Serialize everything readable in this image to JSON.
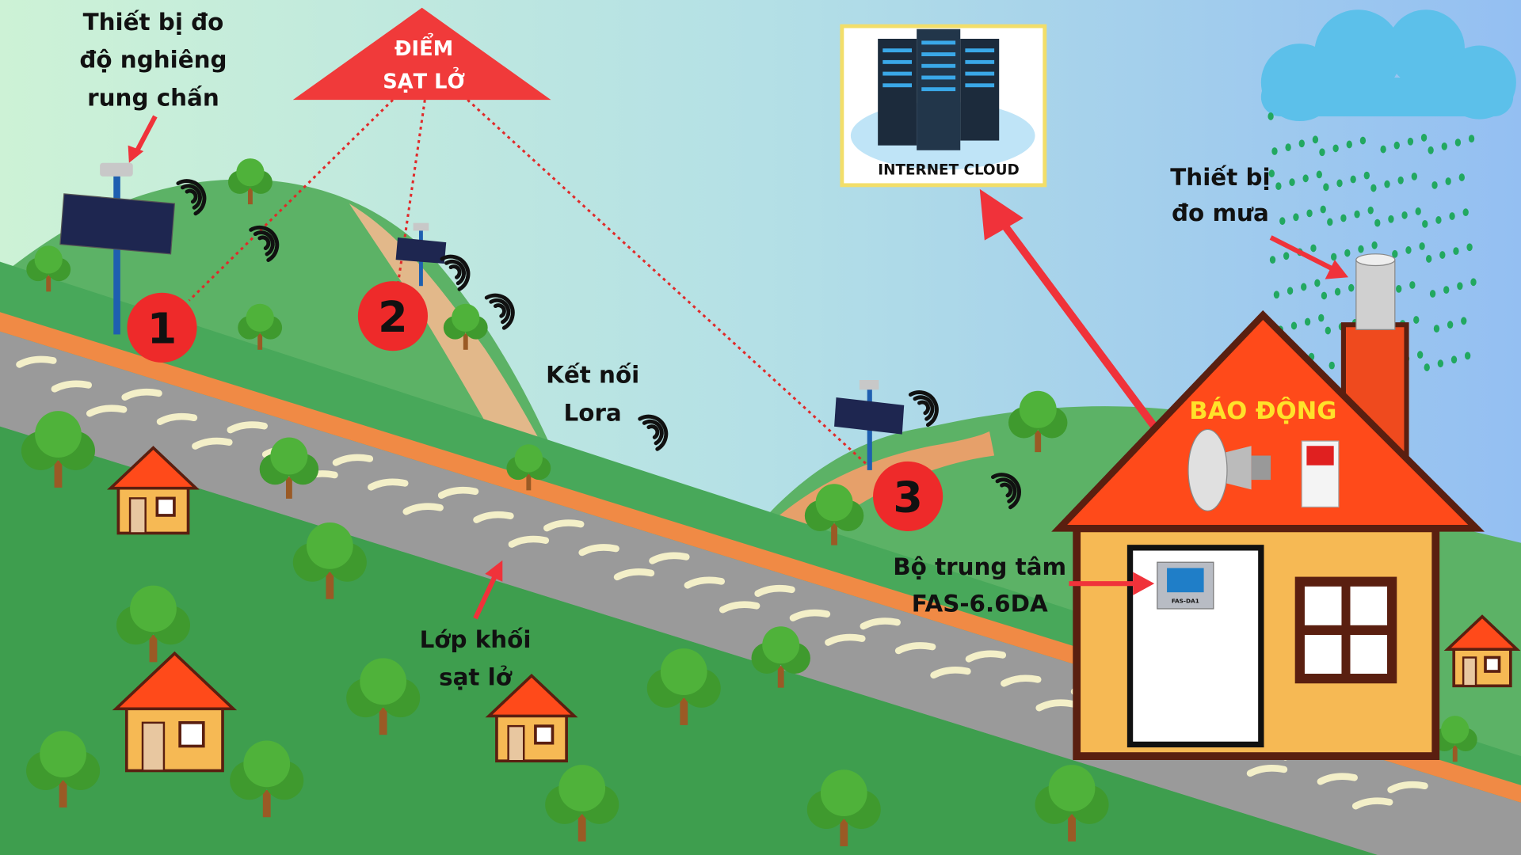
{
  "landslide_point": {
    "line1": "ĐIỂM",
    "line2": "SẠT LỞ",
    "color": "#f03a3a"
  },
  "labels": {
    "tilt_sensor": [
      "Thiết bị đo",
      "độ nghiêng",
      "rung chấn"
    ],
    "lora": [
      "Kết nối",
      "Lora"
    ],
    "rain_gauge": [
      "Thiết bị",
      "đo mưa"
    ],
    "controller": [
      "Bộ trung tâm",
      "FAS-6.6DA"
    ],
    "slide_layer": [
      "Lớp khối",
      "sạt lở"
    ],
    "alarm": "BÁO ĐỘNG"
  },
  "cloud": {
    "label": "INTERNET CLOUD"
  },
  "device_label": "FAS-DA1",
  "points": [
    "1",
    "2",
    "3"
  ],
  "colors": {
    "marker": "#ee2a2a",
    "roof": "#ff4a1a",
    "alarm_text": "#ffe22a",
    "arrow": "#f0323a"
  }
}
